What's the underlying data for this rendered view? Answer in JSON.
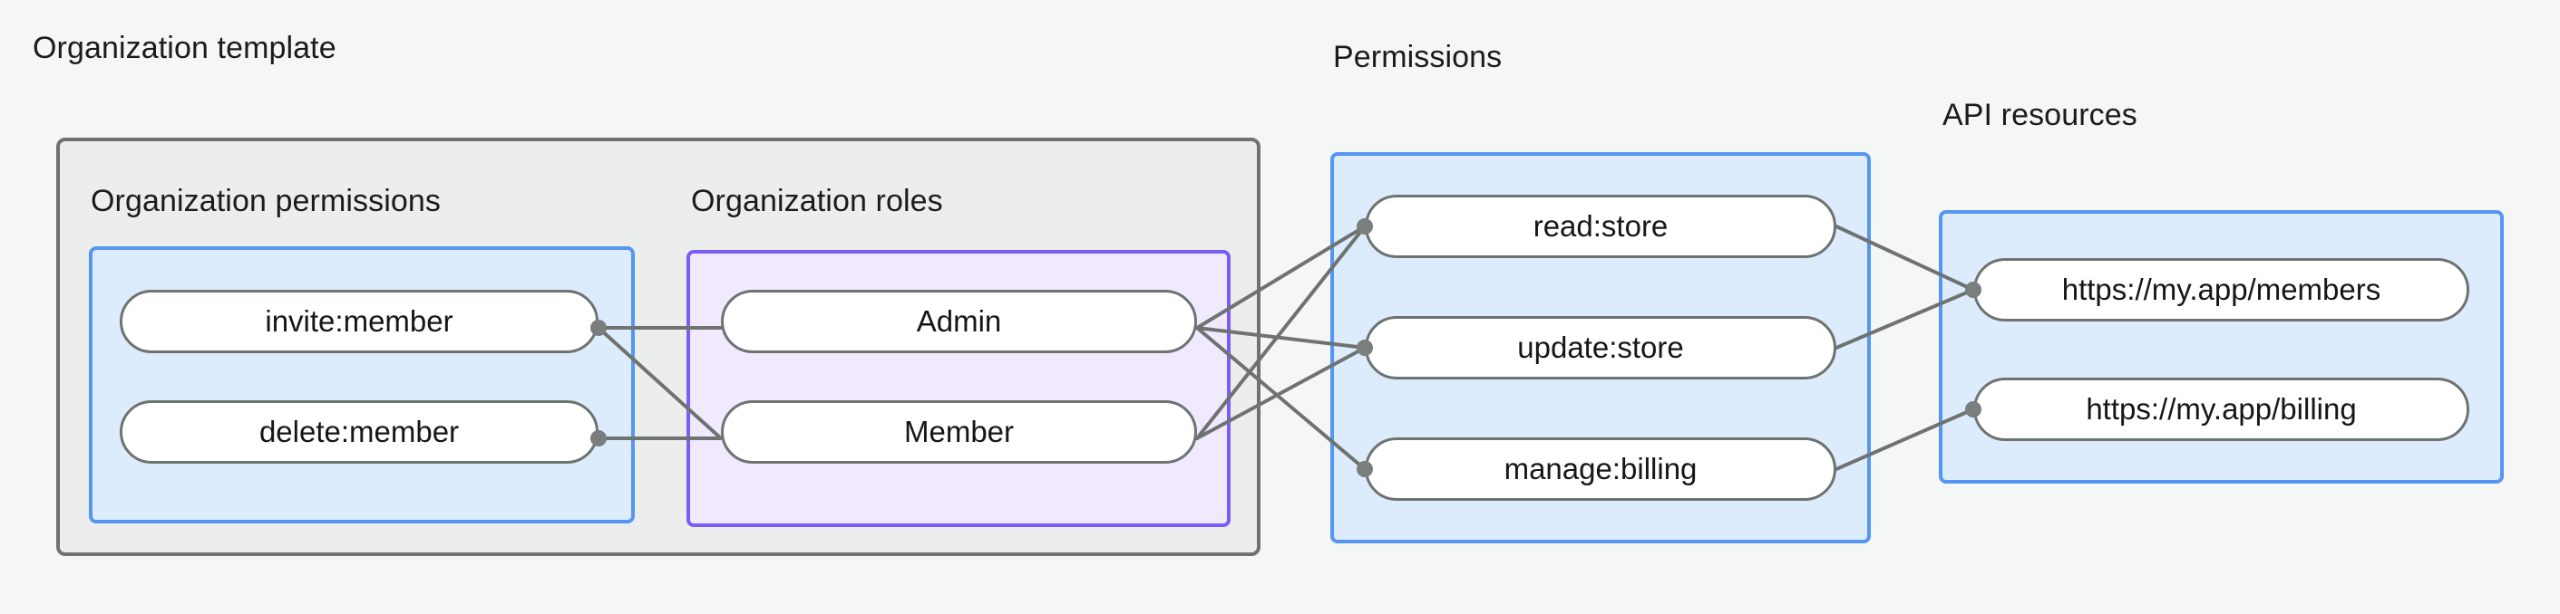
{
  "diagram": {
    "type": "relationship-graph",
    "background": "#f5f7f6",
    "palette": {
      "blue_border": "#5596f2",
      "blue_fill": "#ddecfd",
      "purple_border": "#7b5cf7",
      "purple_fill": "#f1e9fd",
      "gray_border": "#6e7270",
      "gray_fill": "#eceeed",
      "node_fill": "#ffffff",
      "edge": "#6e7270",
      "text": "#161616"
    },
    "groups": [
      {
        "id": "organization-template",
        "title": "Organization template",
        "subgroups": [
          {
            "id": "organization-permissions",
            "title": "Organization permissions"
          },
          {
            "id": "organization-roles",
            "title": "Organization roles"
          }
        ]
      },
      {
        "id": "permissions",
        "title": "Permissions"
      },
      {
        "id": "api-resources",
        "title": "API resources"
      }
    ],
    "nodes": {
      "organization_permissions": [
        {
          "id": "invite-member",
          "label": "invite:member"
        },
        {
          "id": "delete-member",
          "label": "delete:member"
        }
      ],
      "organization_roles": [
        {
          "id": "admin",
          "label": "Admin"
        },
        {
          "id": "member",
          "label": "Member"
        }
      ],
      "permissions": [
        {
          "id": "read-store",
          "label": "read:store"
        },
        {
          "id": "update-store",
          "label": "update:store"
        },
        {
          "id": "manage-billing",
          "label": "manage:billing"
        }
      ],
      "api_resources": [
        {
          "id": "members-resource",
          "label": "https://my.app/members"
        },
        {
          "id": "billing-resource",
          "label": "https://my.app/billing"
        }
      ]
    },
    "edges": [
      {
        "from": "invite-member",
        "to": "admin"
      },
      {
        "from": "invite-member",
        "to": "member"
      },
      {
        "from": "delete-member",
        "to": "member"
      },
      {
        "from": "admin",
        "to": "read-store"
      },
      {
        "from": "admin",
        "to": "update-store"
      },
      {
        "from": "admin",
        "to": "manage-billing"
      },
      {
        "from": "member",
        "to": "read-store"
      },
      {
        "from": "member",
        "to": "update-store"
      },
      {
        "from": "read-store",
        "to": "members-resource"
      },
      {
        "from": "update-store",
        "to": "members-resource"
      },
      {
        "from": "manage-billing",
        "to": "billing-resource"
      }
    ]
  }
}
